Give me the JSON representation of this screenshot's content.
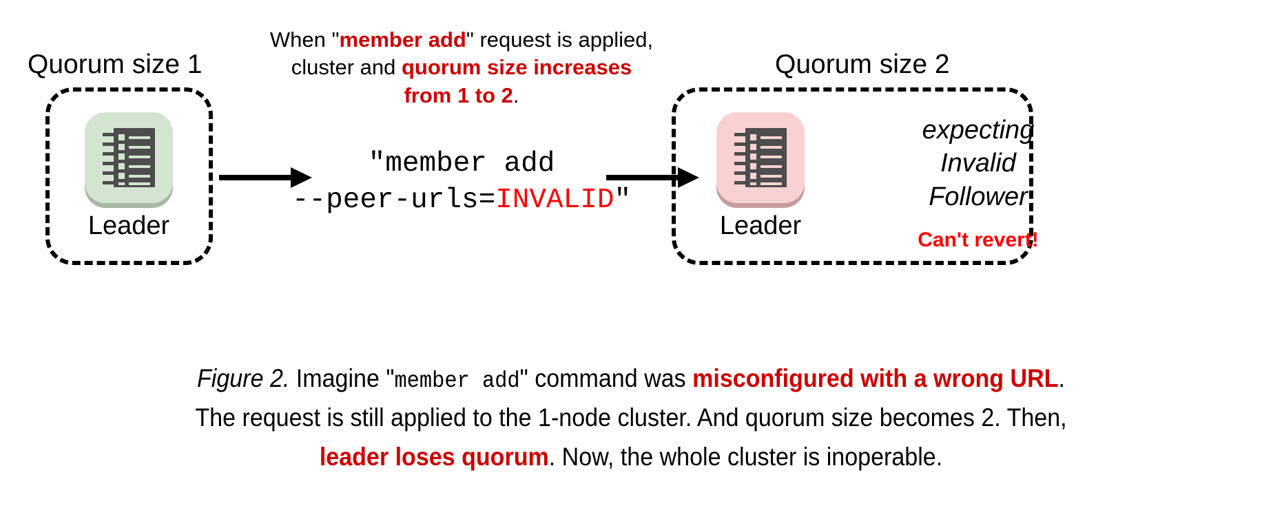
{
  "figure": {
    "left_cluster": {
      "title": "Quorum size 1",
      "node_label": "Leader",
      "node_state_color": "#d3e5d0"
    },
    "right_cluster": {
      "title": "Quorum size 2",
      "node_label": "Leader",
      "node_state_color": "#f8d2d2",
      "status_line_1": "expecting",
      "status_line_2": "Invalid",
      "status_line_3": "Follower",
      "warning": "Can't revert!"
    },
    "top_note": {
      "line1_a": "When \"",
      "line1_b": "member add",
      "line1_c": "\" request is applied,",
      "line2_a": "cluster and ",
      "line2_b": "quorum size increases",
      "line3_b": "from 1 to 2",
      "line3_c": "."
    },
    "command": {
      "line1": "\"member add",
      "line2_prefix": "--peer-urls=",
      "line2_invalid": "INVALID",
      "line2_suffix": "\""
    },
    "caption": {
      "figno": "Figure 2.",
      "seg1": " Imagine \"",
      "mono1": "member add",
      "seg2": "\" command was ",
      "red1": "misconfigured with a wrong URL",
      "seg3": ".",
      "seg4": "The request is still applied to the 1-node cluster. And quorum size becomes 2. Then,",
      "red2": "leader loses quorum",
      "seg5": ". Now, the whole cluster is inoperable."
    },
    "colors": {
      "accent_red": "#cc0000",
      "invalid_red": "#ff0000",
      "healthy_green": "#d3e5d0",
      "unhealthy_pink": "#f8d2d2",
      "stroke": "#000000"
    }
  }
}
